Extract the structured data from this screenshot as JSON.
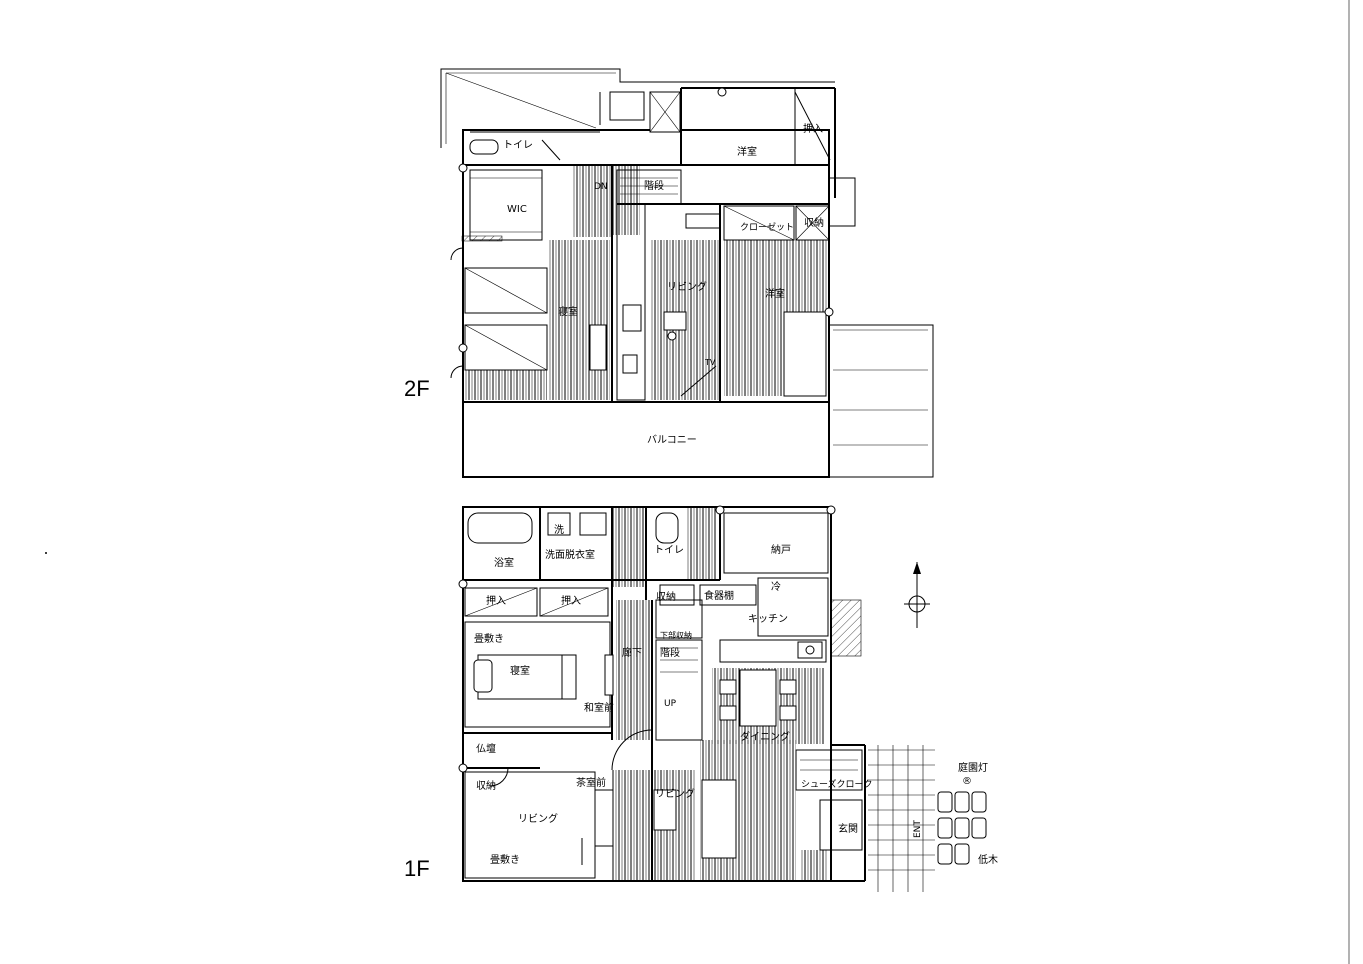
{
  "floors": [
    {
      "id": "2f",
      "label": "2F",
      "rooms": {
        "toilet": "トイレ",
        "western_north": "洋室",
        "closet_push": "押入",
        "wic": "WIC",
        "down": "DN",
        "stairs": "階段",
        "closet": "クローゼット",
        "storage": "収納",
        "bedroom": "寝室",
        "living": "リビング",
        "western_east": "洋室",
        "tv": "TV",
        "balcony": "バルコニー"
      }
    },
    {
      "id": "1f",
      "label": "1F",
      "rooms": {
        "wash_mark": "洗",
        "toilet": "トイレ",
        "pantry": "納戸",
        "bath": "浴室",
        "washroom": "洗面脱衣室",
        "closet_push_a": "押入",
        "closet_push_b": "押入",
        "storage_a": "収納",
        "cupboard": "食器棚",
        "fridge": "冷",
        "kitchen": "キッチン",
        "tatami_a": "畳敷き",
        "bedroom": "寝室",
        "hallway": "廊下",
        "under_stairs": "下部収納",
        "stairs": "階段",
        "up": "UP",
        "japanese_room": "和室前",
        "dining": "ダイニング",
        "altar": "仏壇",
        "storage_b": "収納",
        "tea_room": "茶室前",
        "shoe_closet": "シューズクローク",
        "living_west": "リビング",
        "living_center": "リビング",
        "entrance": "玄関",
        "tatami_b": "畳敷き",
        "garden_light": "庭園灯",
        "garden_light_mark": "®",
        "approach": "ENT",
        "shrub": "低木"
      }
    }
  ]
}
